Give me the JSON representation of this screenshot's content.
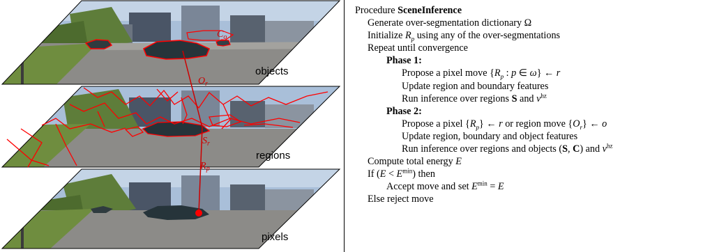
{
  "figure": {
    "layers": {
      "objects": "objects",
      "regions": "regions",
      "pixels": "pixels"
    },
    "math_labels": {
      "c_main": "C",
      "c_sub": "o",
      "o_main": "O",
      "o_sub": "r",
      "s_main": "S",
      "s_sub": "r",
      "r_main": "R",
      "r_sub": "p"
    },
    "colors": {
      "boundary": "#ff0000",
      "link": "#cc0000",
      "sky": "#9fb6d6",
      "road": "#8f8e8a",
      "grass": "#6d8c3e",
      "car": "#2b3a3a"
    }
  },
  "algorithm": {
    "procedure_prefix": "Procedure ",
    "procedure_name": "SceneInference",
    "generate": "Generate over-segmentation dictionary Ω",
    "init_a": "Initialize ",
    "init_b": " using any of the over-segmentations",
    "repeat": "Repeat until convergence",
    "phase1": "Phase 1:",
    "p1_propose": "Propose a pixel move",
    "p1_update": "Update region and boundary features",
    "p1_run_a": "Run inference over regions ",
    "p1_run_and": " and ",
    "phase2": "Phase 2:",
    "p2_propose_a": "Propose a pixel",
    "p2_propose_b": " or region move",
    "p2_update": "Update region, boundary and object features",
    "p2_run_a": "Run inference over regions and objects ",
    "p2_run_and": " and ",
    "compute": "Compute total energy ",
    "if_a": "If ",
    "if_b": " then",
    "accept": "Accept move and set ",
    "else": "Else reject move"
  }
}
